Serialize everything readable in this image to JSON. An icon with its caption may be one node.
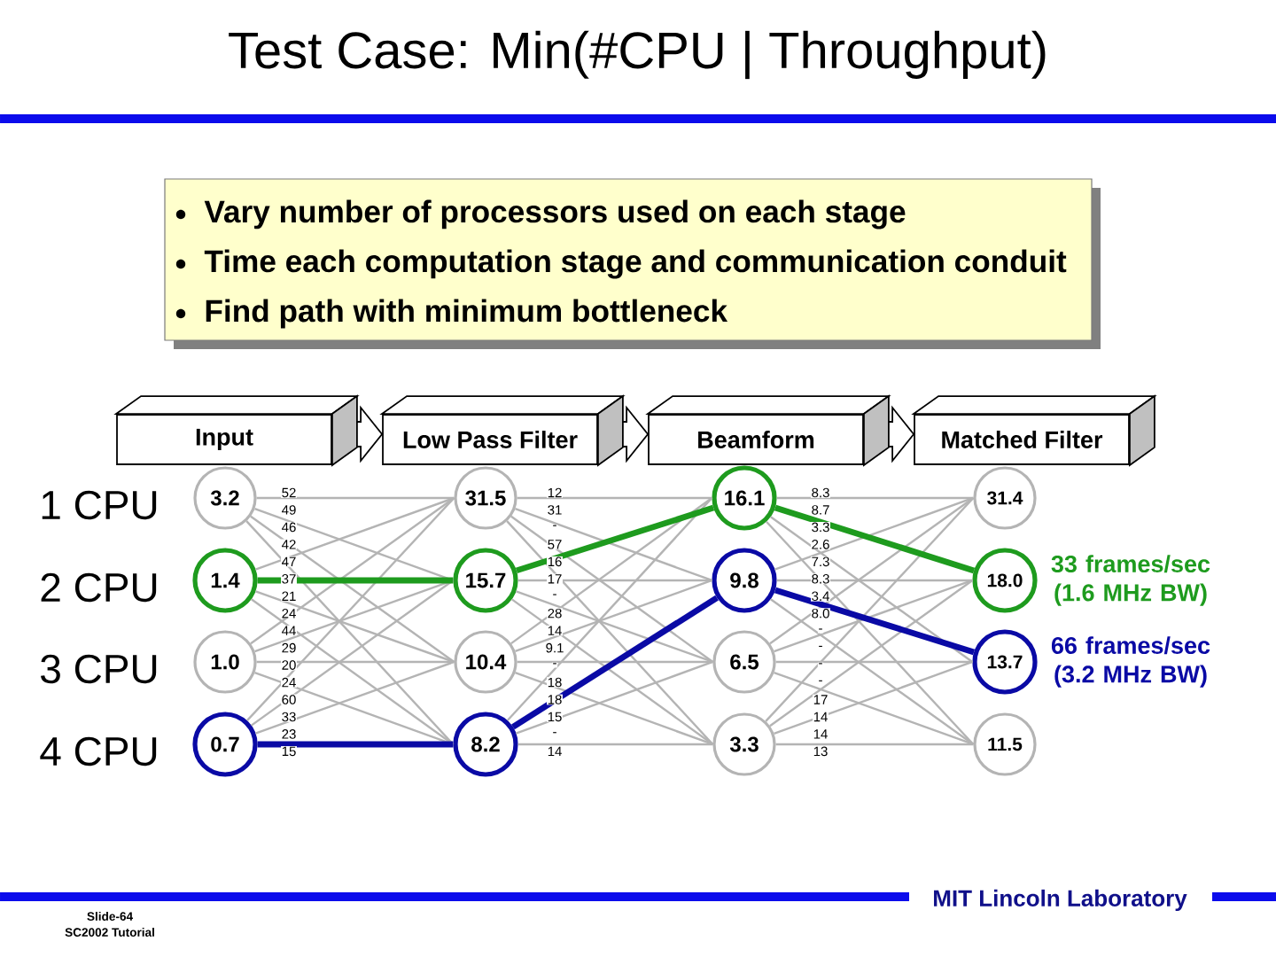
{
  "diagram": {
    "title": "Test Case: Min(#CPU | Throughput)",
    "nodes": [
      {
        "text": [
          "Vary number of processors used on each stage",
          "Time each computation stage and communication conduit",
          "Find path with minimum bottleneck"
        ]
      },
      {
        "text": [
          "Input"
        ]
      },
      {
        "text": [
          "Low Pass Filter"
        ]
      },
      {
        "text": [
          "Beamform"
        ]
      },
      {
        "text": [
          "Matched Filter"
        ]
      },
      {
        "text": [
          "3.2"
        ]
      },
      {
        "text": [
          "1.4"
        ]
      },
      {
        "text": [
          "1.0"
        ]
      },
      {
        "text": [
          "0.7"
        ]
      },
      {
        "text": [
          "31.5"
        ]
      },
      {
        "text": [
          "15.7"
        ]
      },
      {
        "text": [
          "10.4"
        ]
      },
      {
        "text": [
          "8.2"
        ]
      },
      {
        "text": [
          "16.1"
        ]
      },
      {
        "text": [
          "9.8"
        ]
      },
      {
        "text": [
          "6.5"
        ]
      },
      {
        "text": [
          "3.3"
        ]
      },
      {
        "text": [
          "31.4"
        ]
      },
      {
        "text": [
          "18.0"
        ],
        "beside": [
          "33 frames/sec (1.6 MHz BW)"
        ]
      },
      {
        "text": [
          "13.7"
        ],
        "beside": [
          "66 frames/sec (3.2 MHz BW)"
        ]
      },
      {
        "text": [
          "11.5"
        ]
      }
    ],
    "edges": [
      {
        "from": 1,
        "to": 2,
        "arrow": "to"
      },
      {
        "from": 2,
        "to": 3,
        "arrow": "to"
      },
      {
        "from": 3,
        "to": 4,
        "arrow": "to"
      },
      {
        "from": 5,
        "to": 9,
        "arrow": "none"
      },
      {
        "from": 5,
        "to": 10,
        "arrow": "none"
      },
      {
        "from": 5,
        "to": 11,
        "arrow": "none"
      },
      {
        "from": 5,
        "to": 12,
        "arrow": "none"
      },
      {
        "from": 6,
        "to": 9,
        "arrow": "none"
      },
      {
        "from": 6,
        "to": 10,
        "arrow": "none",
        "style": "thick",
        "color": "#1e9b1e"
      },
      {
        "from": 6,
        "to": 11,
        "arrow": "none"
      },
      {
        "from": 6,
        "to": 12,
        "arrow": "none"
      },
      {
        "from": 7,
        "to": 9,
        "arrow": "none"
      },
      {
        "from": 7,
        "to": 10,
        "arrow": "none"
      },
      {
        "from": 7,
        "to": 11,
        "arrow": "none"
      },
      {
        "from": 7,
        "to": 12,
        "arrow": "none"
      },
      {
        "from": 8,
        "to": 9,
        "arrow": "none"
      },
      {
        "from": 8,
        "to": 10,
        "arrow": "none"
      },
      {
        "from": 8,
        "to": 11,
        "arrow": "none"
      },
      {
        "from": 8,
        "to": 12,
        "arrow": "none",
        "style": "thick",
        "color": "#0a0aa5"
      },
      {
        "from": 9,
        "to": 13,
        "arrow": "none"
      },
      {
        "from": 9,
        "to": 14,
        "arrow": "none"
      },
      {
        "from": 9,
        "to": 15,
        "arrow": "none"
      },
      {
        "from": 9,
        "to": 16,
        "arrow": "none"
      },
      {
        "from": 10,
        "to": 13,
        "arrow": "none",
        "style": "thick",
        "color": "#1e9b1e"
      },
      {
        "from": 10,
        "to": 14,
        "arrow": "none"
      },
      {
        "from": 10,
        "to": 15,
        "arrow": "none"
      },
      {
        "from": 10,
        "to": 16,
        "arrow": "none"
      },
      {
        "from": 11,
        "to": 13,
        "arrow": "none"
      },
      {
        "from": 11,
        "to": 14,
        "arrow": "none"
      },
      {
        "from": 11,
        "to": 15,
        "arrow": "none"
      },
      {
        "from": 11,
        "to": 16,
        "arrow": "none"
      },
      {
        "from": 12,
        "to": 13,
        "arrow": "none"
      },
      {
        "from": 12,
        "to": 14,
        "arrow": "none",
        "style": "thick",
        "color": "#0a0aa5"
      },
      {
        "from": 12,
        "to": 15,
        "arrow": "none"
      },
      {
        "from": 12,
        "to": 16,
        "arrow": "none"
      },
      {
        "from": 13,
        "to": 17,
        "arrow": "none"
      },
      {
        "from": 13,
        "to": 18,
        "arrow": "none",
        "style": "thick",
        "color": "#1e9b1e"
      },
      {
        "from": 13,
        "to": 19,
        "arrow": "none"
      },
      {
        "from": 13,
        "to": 20,
        "arrow": "none"
      },
      {
        "from": 14,
        "to": 17,
        "arrow": "none"
      },
      {
        "from": 14,
        "to": 18,
        "arrow": "none"
      },
      {
        "from": 14,
        "to": 19,
        "arrow": "none",
        "style": "thick",
        "color": "#0a0aa5"
      },
      {
        "from": 14,
        "to": 20,
        "arrow": "none"
      },
      {
        "from": 15,
        "to": 17,
        "arrow": "none"
      },
      {
        "from": 15,
        "to": 18,
        "arrow": "none"
      },
      {
        "from": 15,
        "to": 19,
        "arrow": "none"
      },
      {
        "from": 15,
        "to": 20,
        "arrow": "none"
      },
      {
        "from": 16,
        "to": 17,
        "arrow": "none"
      },
      {
        "from": 16,
        "to": 18,
        "arrow": "none"
      },
      {
        "from": 16,
        "to": 19,
        "arrow": "none"
      },
      {
        "from": 16,
        "to": 20,
        "arrow": "none"
      }
    ],
    "labels": [
      "1 CPU",
      "2 CPU",
      "3 CPU",
      "4 CPU",
      "52",
      "49",
      "46",
      "42",
      "47",
      "37",
      "21",
      "24",
      "44",
      "29",
      "20",
      "24",
      "60",
      "33",
      "23",
      "15",
      "12",
      "31",
      "-",
      "57",
      "16",
      "17",
      "-",
      "28",
      "14",
      "9.1",
      "-",
      "18",
      "18",
      "15",
      "-",
      "14",
      "8.3",
      "8.7",
      "3.3",
      "2.6",
      "7.3",
      "8.3",
      "3.4",
      "8.0",
      "-",
      "-",
      "-",
      "-",
      "17",
      "14",
      "14",
      "13",
      "Slide-64",
      "SC2002 Tutorial",
      "MIT Lincoln Laboratory"
    ]
  }
}
